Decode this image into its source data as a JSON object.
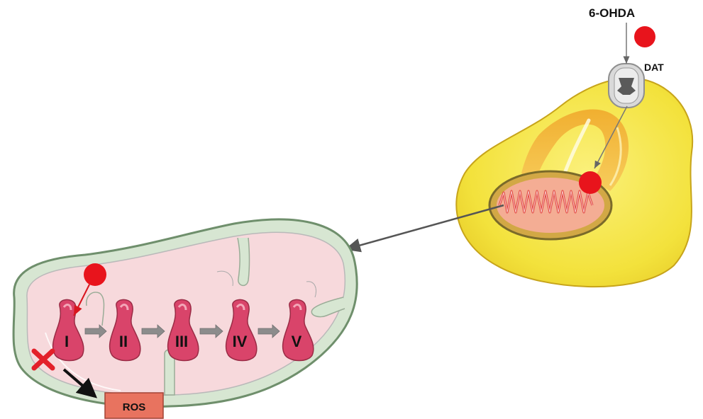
{
  "labels": {
    "toxin": "6-OHDA",
    "transporter": "DAT",
    "ros": "ROS"
  },
  "complexes": [
    "I",
    "II",
    "III",
    "IV",
    "V"
  ],
  "colors": {
    "toxin_dot": "#e8141c",
    "cell_fill": "#f3e33a",
    "cell_stroke": "#c9a51c",
    "mito_outer": "#c9d9c6",
    "mito_inner": "#f6d8da",
    "complex": "#d9446a",
    "ros_box": "#e8735f",
    "arrow_gray": "#8c8c8c",
    "inhibit_x": "#e3202a"
  }
}
